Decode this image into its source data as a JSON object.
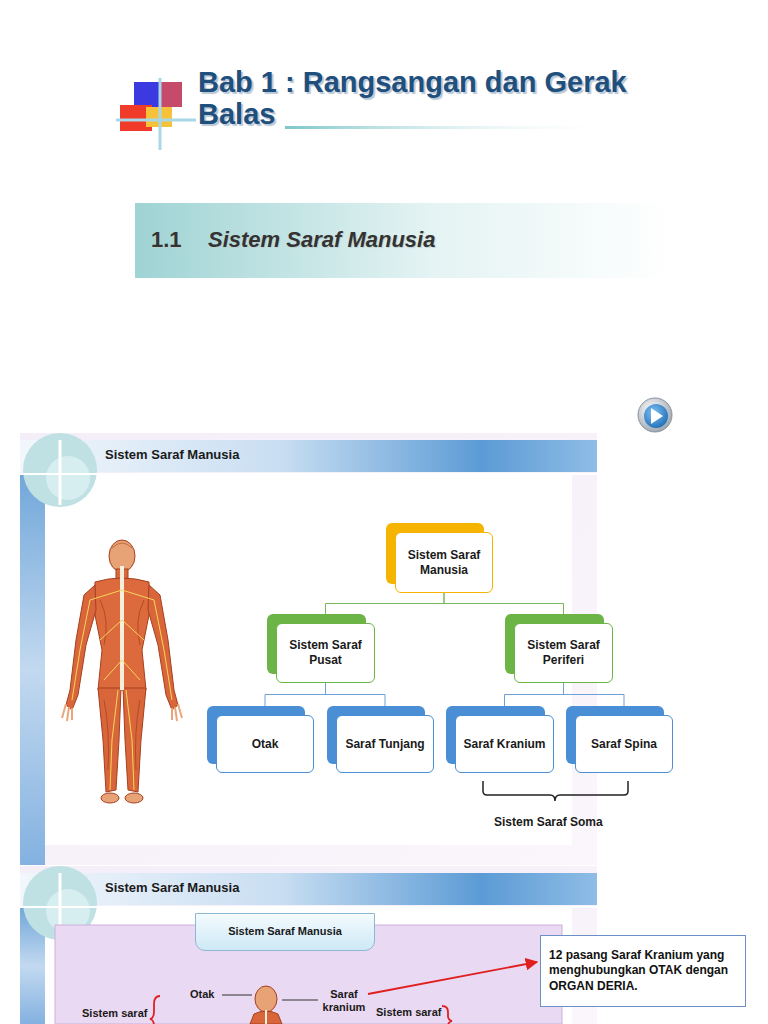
{
  "diagram": {
    "title": "Bab 1 : Rangsangan dan Gerak Balas",
    "nodes": [
      {
        "text": [
          "1.1",
          "Sistem Saraf Manusia"
        ]
      },
      {
        "text": [
          "Sistem Saraf Manusia"
        ]
      },
      {
        "text": [
          "Sistem Saraf Manusia"
        ],
        "in": 1
      },
      {
        "text": [
          "Sistem Saraf Pusat"
        ],
        "in": 1
      },
      {
        "text": [
          "Sistem Saraf Periferi"
        ],
        "in": 1
      },
      {
        "text": [
          "Otak"
        ],
        "in": 1
      },
      {
        "text": [
          "Saraf Tunjang"
        ],
        "in": 1
      },
      {
        "text": [
          "Saraf Kranium"
        ],
        "in": 1
      },
      {
        "text": [
          "Saraf Spina"
        ],
        "in": 1
      },
      {
        "text": [
          "Sistem Saraf Manusia"
        ]
      },
      {
        "text": [
          "Sistem Saraf Manusia"
        ],
        "in": 9
      },
      {
        "text": [
          "12 pasang Saraf Kranium yang menghubungkan OTAK dengan ORGAN DERIA."
        ]
      }
    ],
    "edges": [
      {
        "from": 2,
        "to": 3,
        "arrow": "none"
      },
      {
        "from": 2,
        "to": 4,
        "arrow": "none"
      },
      {
        "from": 3,
        "to": 5,
        "arrow": "none"
      },
      {
        "from": 3,
        "to": 6,
        "arrow": "none"
      },
      {
        "from": 4,
        "to": 7,
        "arrow": "none"
      },
      {
        "from": 4,
        "to": 8,
        "arrow": "none"
      }
    ],
    "labels": [
      "Sistem Saraf Soma",
      "Otak",
      "Saraf kranium",
      "Sistem saraf",
      "Sistem saraf"
    ]
  }
}
